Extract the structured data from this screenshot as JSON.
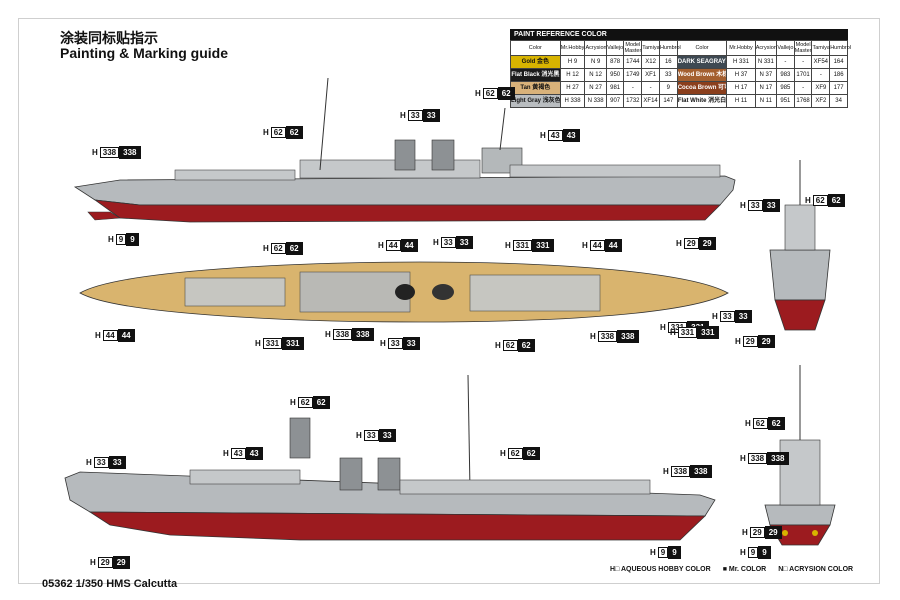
{
  "header": {
    "title_cn": "涂装同标贴指示",
    "title_en": "Painting & Marking guide"
  },
  "paint_table": {
    "title": "PAINT REFERENCE COLOR",
    "columns": [
      "Color",
      "Mr.Hobby",
      "Acrysion",
      "Vallejo",
      "Model Master",
      "Tamiya",
      "Humbrol"
    ],
    "left_rows": [
      {
        "color": "Gold",
        "color_cn": "金色",
        "swatch": "#d8b400",
        "hobby": "9",
        "acrysion": "9",
        "vallejo": "878",
        "mm": "1744",
        "tamiya": "X12",
        "humbrol": "16"
      },
      {
        "color": "Flat Black",
        "color_cn": "消光黑",
        "swatch": "#1a1a1a",
        "hobby": "12",
        "acrysion": "12",
        "vallejo": "950",
        "mm": "1749",
        "tamiya": "XF1",
        "humbrol": "33"
      },
      {
        "color": "Tan",
        "color_cn": "黄褐色",
        "swatch": "#d9b27a",
        "hobby": "27",
        "acrysion": "27",
        "vallejo": "981",
        "mm": "-",
        "tamiya": "-",
        "humbrol": "9"
      },
      {
        "color": "Light Gray",
        "color_cn": "浅灰色",
        "swatch": "#b9bdc0",
        "hobby": "338",
        "acrysion": "338",
        "vallejo": "907",
        "mm": "1732",
        "tamiya": "XF14",
        "humbrol": "147"
      }
    ],
    "right_rows": [
      {
        "color": "DARK SEAGRAY (GULF OF NORTH)",
        "color_cn": "",
        "swatch": "#3e4952",
        "hobby": "331",
        "acrysion": "331",
        "vallejo": "-",
        "mm": "-",
        "tamiya": "XF54",
        "humbrol": "164"
      },
      {
        "color": "Wood Brown",
        "color_cn": "木棕色",
        "swatch": "#a45f2f",
        "hobby": "37",
        "acrysion": "37",
        "vallejo": "983",
        "mm": "1701",
        "tamiya": "-",
        "humbrol": "186"
      },
      {
        "color": "Cocoa Brown",
        "color_cn": "可可棕",
        "swatch": "#8a3e1c",
        "hobby": "17",
        "acrysion": "17",
        "vallejo": "985",
        "mm": "-",
        "tamiya": "XF9",
        "humbrol": "177"
      },
      {
        "color": "Flat White",
        "color_cn": "消光白",
        "swatch": "#ffffff",
        "hobby": "11",
        "acrysion": "11",
        "vallejo": "951",
        "mm": "1768",
        "tamiya": "XF2",
        "humbrol": "34"
      }
    ]
  },
  "callouts": [
    {
      "n": "338"
    },
    {
      "n": "62"
    },
    {
      "n": "33"
    },
    {
      "n": "62"
    },
    {
      "n": "43"
    },
    {
      "n": "9"
    },
    {
      "n": "33"
    },
    {
      "n": "29"
    },
    {
      "n": "62"
    },
    {
      "n": "62"
    },
    {
      "n": "44"
    },
    {
      "n": "33"
    },
    {
      "n": "331"
    },
    {
      "n": "44"
    },
    {
      "n": "44"
    },
    {
      "n": "338"
    },
    {
      "n": "331"
    },
    {
      "n": "33"
    },
    {
      "n": "62"
    },
    {
      "n": "338"
    },
    {
      "n": "331"
    },
    {
      "n": "331"
    },
    {
      "n": "33"
    },
    {
      "n": "29"
    },
    {
      "n": "62"
    },
    {
      "n": "33"
    },
    {
      "n": "62"
    },
    {
      "n": "33"
    },
    {
      "n": "43"
    },
    {
      "n": "338"
    },
    {
      "n": "29"
    },
    {
      "n": "9"
    },
    {
      "n": "62"
    },
    {
      "n": "338"
    },
    {
      "n": "29"
    },
    {
      "n": "9"
    }
  ],
  "colors": {
    "hull_red": "#9c1b1f",
    "hull_gray": "#b6babd",
    "deck_wood": "#d9b46e",
    "dark_gray": "#5d6367",
    "black": "#111111"
  },
  "footer": {
    "code": "05362 1/350 HMS Calcutta",
    "legend_hobby": "H□ AQUEOUS HOBBY COLOR",
    "legend_mr": "■ Mr. COLOR",
    "legend_acrysion": "N□ ACRYSION COLOR"
  }
}
